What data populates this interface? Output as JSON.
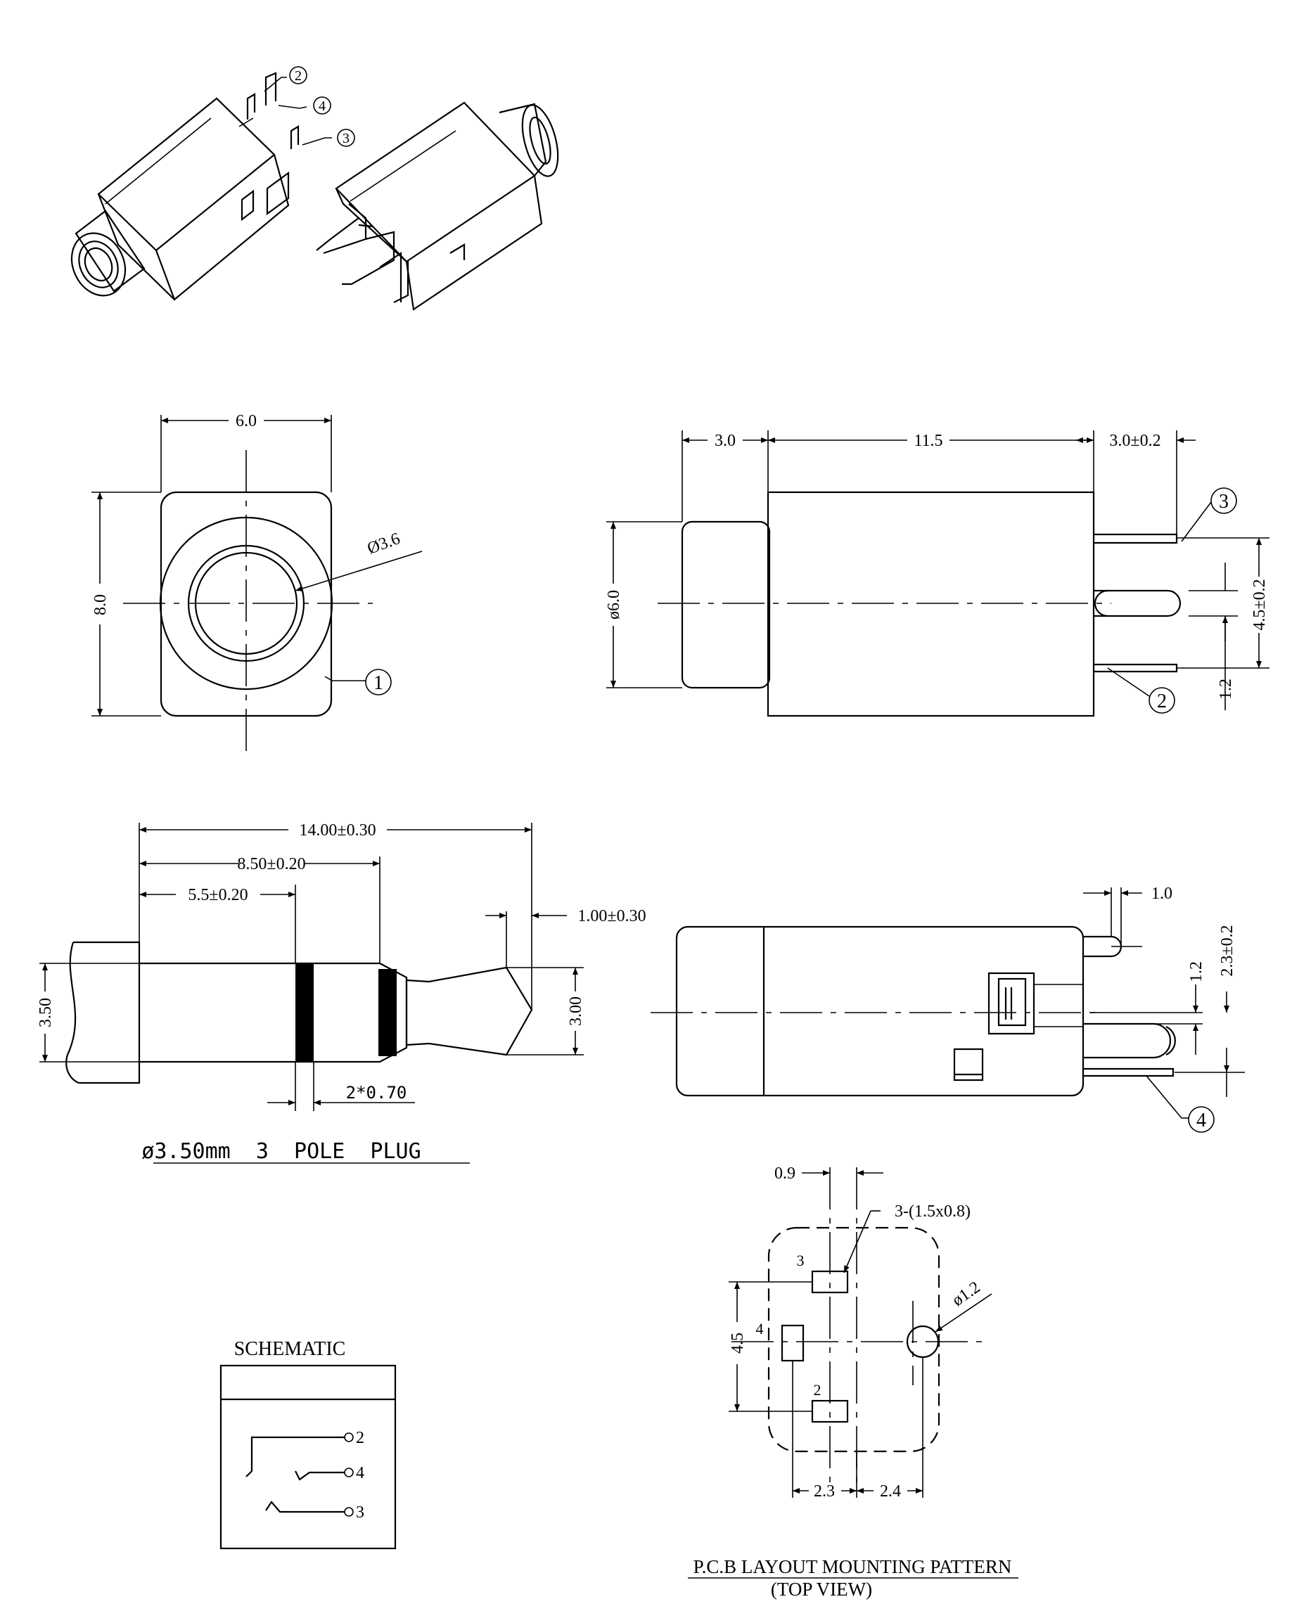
{
  "callouts": {
    "c1": "1",
    "c2": "2",
    "c3": "3",
    "c4": "4"
  },
  "front_view": {
    "width": "6.0",
    "height": "8.0",
    "hole_dia": "Ø3.6"
  },
  "side_view": {
    "front": "3.0",
    "body": "11.5",
    "pin": "3.0±0.2",
    "dia": "ø6.0",
    "pitch": "4.5±0.2",
    "pin_offset": "1.2"
  },
  "plug": {
    "overall": "14.00±0.30",
    "ring": "8.50±0.20",
    "sleeve": "5.5±0.20",
    "tip_length": "1.00±0.30",
    "dia": "3.50",
    "tip_dia": "3.00",
    "groove": "2*0.70",
    "caption": "ø3.50mm  3  POLE  PLUG"
  },
  "bottom_view": {
    "pin_dist": "1.0",
    "pin_offset": "1.2",
    "height": "2.3±0.2"
  },
  "schematic": {
    "title": "SCHEMATIC",
    "pins": [
      "2",
      "4",
      "3"
    ]
  },
  "pcb": {
    "offset": "0.9",
    "pads": "3-(1.5x0.8)",
    "hole": "ø1.2",
    "pitch": "4.5",
    "pad_labels": [
      "3",
      "4",
      "2"
    ],
    "x1": "2.3",
    "x2": "2.4",
    "caption": "P.C.B LAYOUT MOUNTING PATTERN",
    "subcaption": "(TOP VIEW)"
  }
}
